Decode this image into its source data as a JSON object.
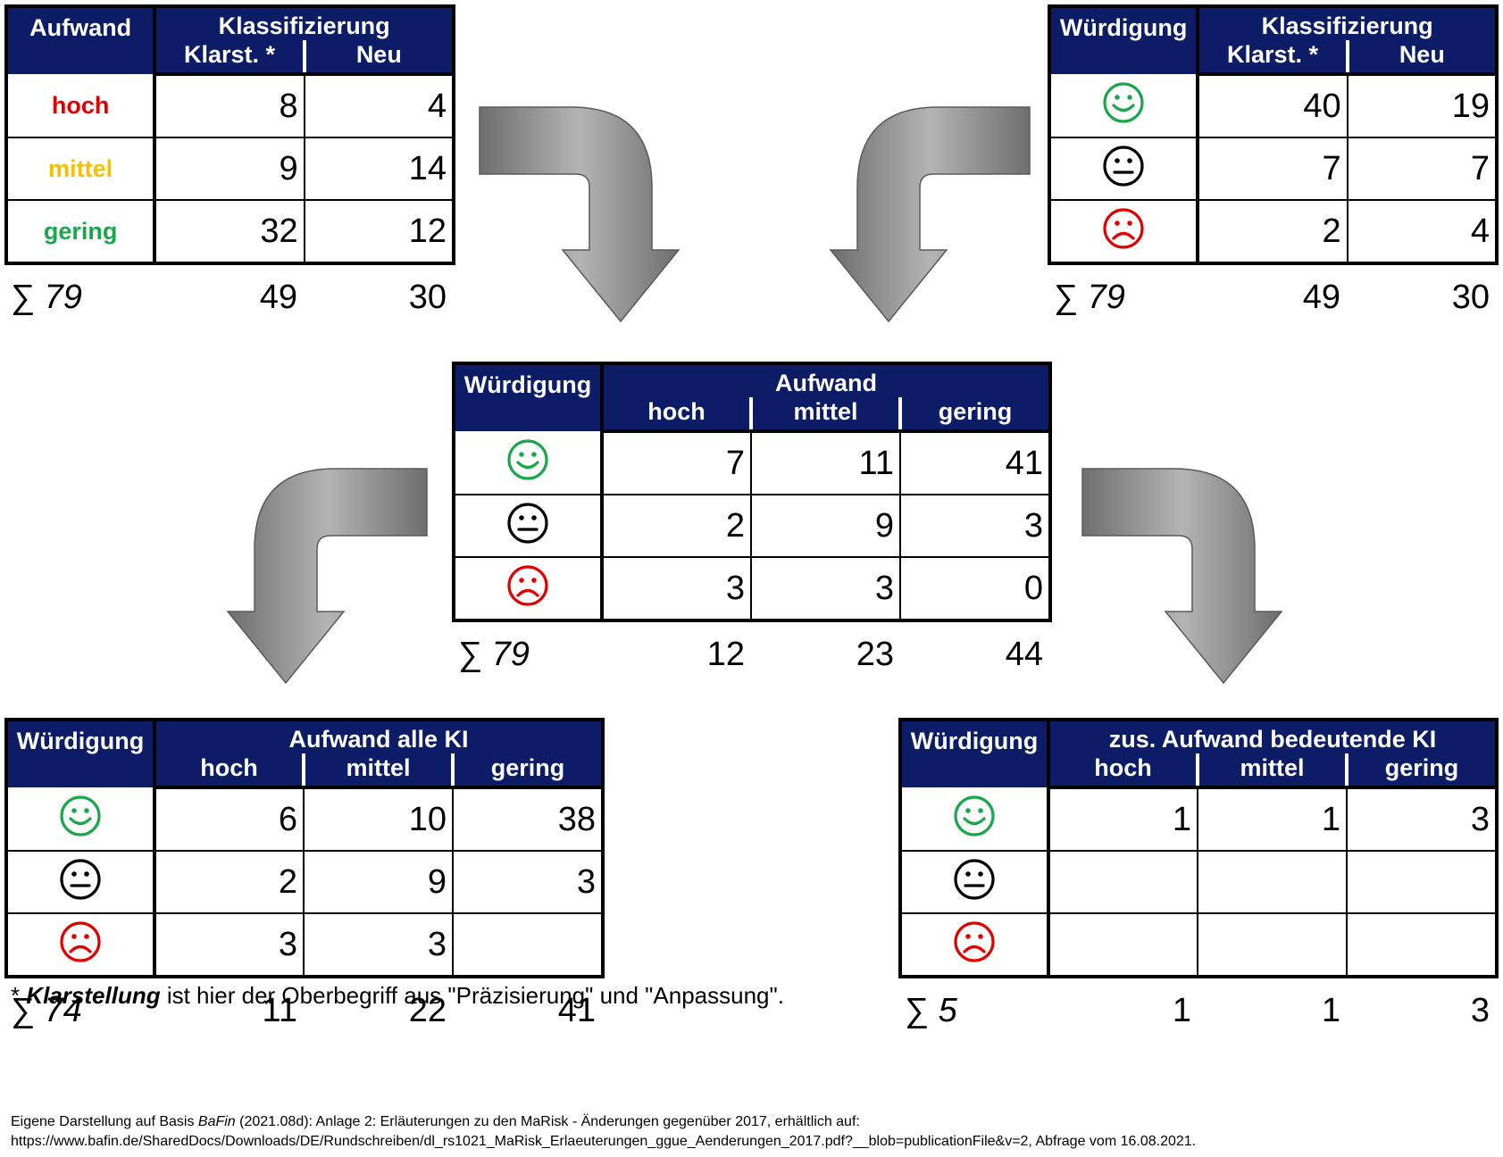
{
  "tables": {
    "t1": {
      "corner": "Aufwand",
      "group": "Klassifizierung",
      "cols": [
        "Klarst. *",
        "Neu"
      ],
      "rows": [
        {
          "label": "hoch",
          "color": "#e00000",
          "values": [
            "8",
            "4"
          ]
        },
        {
          "label": "mittel",
          "color": "#f5c000",
          "values": [
            "9",
            "14"
          ]
        },
        {
          "label": "gering",
          "color": "#1aa64a",
          "values": [
            "32",
            "12"
          ]
        }
      ],
      "sum_label": "∑",
      "sum_total": "79",
      "sums": [
        "49",
        "30"
      ]
    },
    "t2": {
      "corner": "Würdigung",
      "group": "Klassifizierung",
      "cols": [
        "Klarst. *",
        "Neu"
      ],
      "rows": [
        {
          "icon": "happy-face-icon",
          "values": [
            "40",
            "19"
          ]
        },
        {
          "icon": "neutral-face-icon",
          "values": [
            "7",
            "7"
          ]
        },
        {
          "icon": "sad-face-icon",
          "values": [
            "2",
            "4"
          ]
        }
      ],
      "sum_label": "∑",
      "sum_total": "79",
      "sums": [
        "49",
        "30"
      ]
    },
    "t3": {
      "corner": "Würdigung",
      "group": "Aufwand",
      "cols": [
        "hoch",
        "mittel",
        "gering"
      ],
      "rows": [
        {
          "icon": "happy-face-icon",
          "values": [
            "7",
            "11",
            "41"
          ]
        },
        {
          "icon": "neutral-face-icon",
          "values": [
            "2",
            "9",
            "3"
          ]
        },
        {
          "icon": "sad-face-icon",
          "values": [
            "3",
            "3",
            "0"
          ]
        }
      ],
      "sum_label": "∑",
      "sum_total": "79",
      "sums": [
        "12",
        "23",
        "44"
      ]
    },
    "t4": {
      "corner": "Würdigung",
      "group": "Aufwand alle KI",
      "cols": [
        "hoch",
        "mittel",
        "gering"
      ],
      "rows": [
        {
          "icon": "happy-face-icon",
          "values": [
            "6",
            "10",
            "38"
          ]
        },
        {
          "icon": "neutral-face-icon",
          "values": [
            "2",
            "9",
            "3"
          ]
        },
        {
          "icon": "sad-face-icon",
          "values": [
            "3",
            "3",
            ""
          ]
        }
      ],
      "sum_label": "∑",
      "sum_total": "74",
      "sums": [
        "11",
        "22",
        "41"
      ]
    },
    "t5": {
      "corner": "Würdigung",
      "group": "zus. Aufwand bedeutende KI",
      "cols": [
        "hoch",
        "mittel",
        "gering"
      ],
      "rows": [
        {
          "icon": "happy-face-icon",
          "values": [
            "1",
            "1",
            "3"
          ]
        },
        {
          "icon": "neutral-face-icon",
          "values": [
            "",
            "",
            ""
          ]
        },
        {
          "icon": "sad-face-icon",
          "values": [
            "",
            "",
            ""
          ]
        }
      ],
      "sum_label": "∑",
      "sum_total": "5",
      "sums": [
        "1",
        "1",
        "3"
      ]
    }
  },
  "icon_colors": {
    "happy": "#1aa64a",
    "neutral": "#000000",
    "sad": "#e00000"
  },
  "header_color": "#0c1c66",
  "arrow_color": "#8a8a8a",
  "footnote": {
    "star": "* ",
    "term": "Klarstellung",
    "text": " ist hier der Oberbegriff aus \"Präzisierung\" und \"Anpassung\"."
  },
  "source": {
    "prefix": "Eigene Darstellung auf Basis ",
    "author": "BaFin",
    "rest": " (2021.08d): Anlage 2: Erläuterungen zu den MaRisk - Änderungen gegenüber 2017, erhältlich auf:",
    "url_line": "https://www.bafin.de/SharedDocs/Downloads/DE/Rundschreiben/dl_rs1021_MaRisk_Erlaeuterungen_ggue_Aenderungen_2017.pdf?__blob=publicationFile&v=2, Abfrage vom 16.08.2021."
  }
}
